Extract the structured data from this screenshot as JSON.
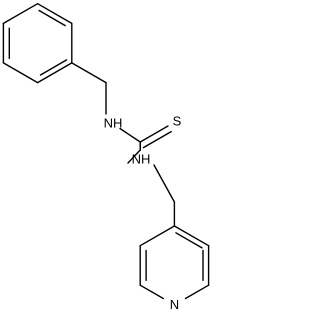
{
  "molecule": {
    "atoms": {
      "nh_top": "NH",
      "nh_bottom": "NH",
      "sulfur": "S",
      "pyridine_nitrogen": "N"
    }
  }
}
